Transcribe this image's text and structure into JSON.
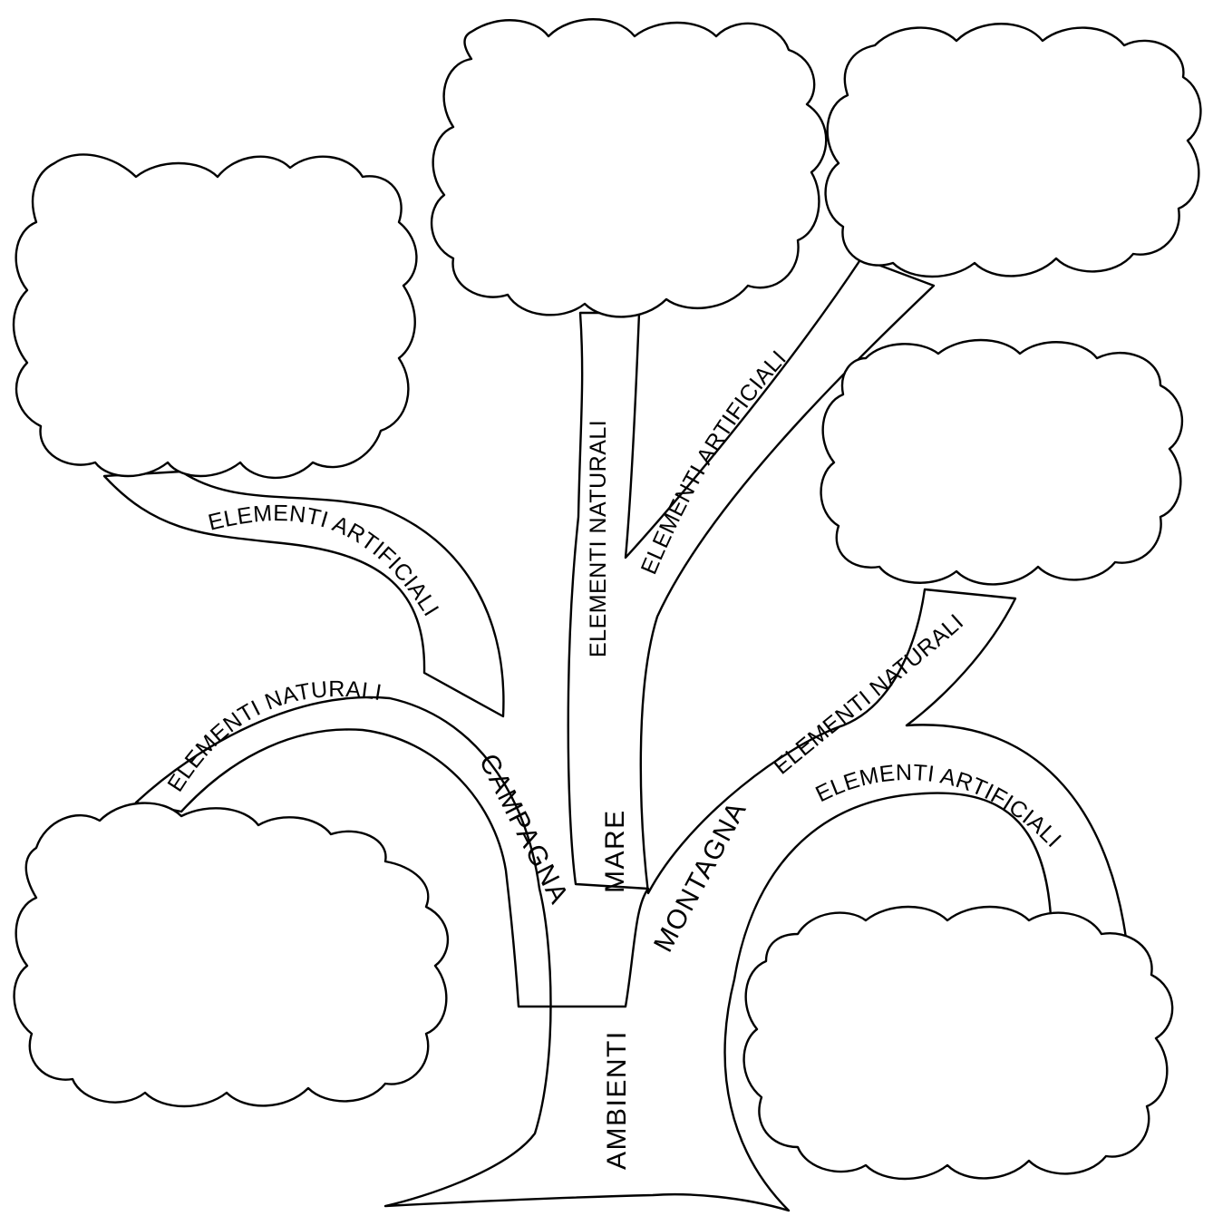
{
  "trunk": {
    "label": "AMBIENTI"
  },
  "branches": {
    "campagna": {
      "label": "CAMPAGNA",
      "sub": {
        "artificiali": "ELEMENTI ARTIFICIALI",
        "naturali": "ELEMENTI NATURALI"
      }
    },
    "mare": {
      "label": "MARE",
      "sub": {
        "naturali": "ELEMENTI NATURALI",
        "artificiali": "ELEMENTI ARTIFICIALI"
      }
    },
    "montagna": {
      "label": "MONTAGNA",
      "sub": {
        "naturali": "ELEMENTI NATURALI",
        "artificiali": "ELEMENTI ARTIFICIALI"
      }
    }
  },
  "colors": {
    "line": "#000000",
    "background": "#ffffff"
  }
}
